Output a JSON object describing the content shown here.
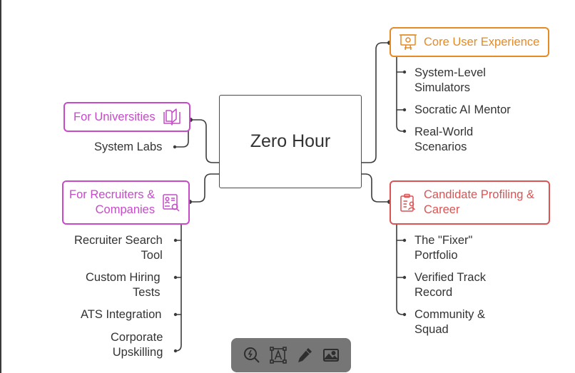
{
  "center": {
    "label": "Zero Hour"
  },
  "branches": {
    "universities": {
      "label": "For Universities",
      "color": "#c54bc9",
      "icon": "open-book-icon",
      "items": [
        "System Labs"
      ]
    },
    "recruiters": {
      "label_line1": "For Recruiters &",
      "label_line2": "Companies",
      "color": "#c54bc9",
      "icon": "id-card-search-icon",
      "items": [
        {
          "line1": "Recruiter Search",
          "line2": "Tool"
        },
        {
          "line1": "Custom Hiring",
          "line2": "Tests"
        },
        {
          "line1": "ATS Integration",
          "line2": ""
        },
        {
          "line1": "Corporate",
          "line2": "Upskilling"
        }
      ]
    },
    "core": {
      "label": "Core User Experience",
      "color": "#e58a24",
      "icon": "presentation-board-icon",
      "items": [
        {
          "line1": "System-Level",
          "line2": "Simulators"
        },
        {
          "line1": "Socratic AI Mentor",
          "line2": ""
        },
        {
          "line1": "Real-World",
          "line2": "Scenarios"
        }
      ]
    },
    "candidate": {
      "label_line1": "Candidate Profiling &",
      "label_line2": "Career",
      "color": "#dc5353",
      "icon": "clipboard-user-icon",
      "items": [
        {
          "line1": "The \"Fixer\"",
          "line2": "Portfolio"
        },
        {
          "line1": "Verified Track",
          "line2": "Record"
        },
        {
          "line1": "Community &",
          "line2": "Squad"
        }
      ]
    }
  },
  "toolbar": {
    "tools": [
      "magic-zoom-icon",
      "text-tool-icon",
      "pen-icon",
      "image-icon"
    ],
    "background": "#767676"
  }
}
